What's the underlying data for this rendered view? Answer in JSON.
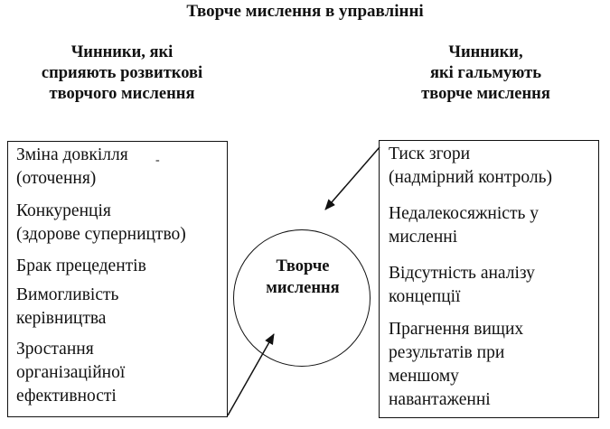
{
  "title": "Творче мислення в управлінні",
  "left_heading": [
    "Чинники, які",
    "сприяють розвиткові",
    "творчого мислення"
  ],
  "right_heading": [
    "Чинники,",
    "які гальмують",
    "творче мислення"
  ],
  "center": [
    "Творче",
    "мислення"
  ],
  "left_items": [
    [
      "Зміна довкілля",
      "(оточення)"
    ],
    [
      "Конкуренція",
      "(здорове суперництво)"
    ],
    [
      "Брак прецедентів"
    ],
    [
      "Вимогливість",
      "керівництва"
    ],
    [
      "Зростання",
      "організаційної",
      "ефективності"
    ]
  ],
  "right_items": [
    [
      "Тиск згори",
      "(надмірний контроль)"
    ],
    [
      "Недалекосяжність у",
      "мисленні"
    ],
    [
      "Відсутність аналізу",
      "концепції"
    ],
    [
      "Прагнення вищих",
      "результатів при",
      "меншому",
      "навантаженні"
    ]
  ]
}
